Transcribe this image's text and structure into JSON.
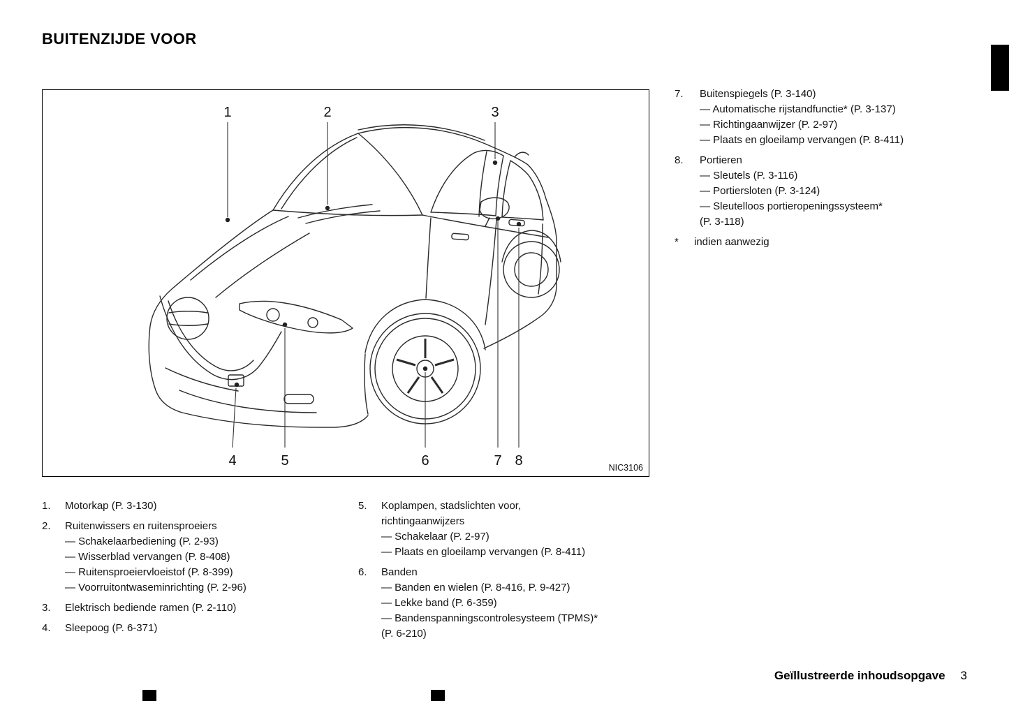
{
  "page": {
    "title": "BUITENZIJDE VOOR",
    "footer_label": "Geïllustreerde inhoudsopgave",
    "footer_page": "3"
  },
  "figure": {
    "code": "NIC3106",
    "callouts": [
      "1",
      "2",
      "3",
      "4",
      "5",
      "6",
      "7",
      "8"
    ]
  },
  "right_list": {
    "items": [
      {
        "num": "7.",
        "title": "Buitenspiegels (P. 3-140)",
        "subs": [
          "— Automatische rijstandfunctie* (P. 3-137)",
          "— Richtingaanwijzer (P. 2-97)",
          "— Plaats en gloeilamp vervangen (P. 8-411)"
        ]
      },
      {
        "num": "8.",
        "title": "Portieren",
        "subs": [
          "— Sleutels (P. 3-116)",
          "— Portiersloten (P. 3-124)",
          "— Sleutelloos portieropeningssysteem*\n(P. 3-118)"
        ]
      }
    ],
    "note": {
      "marker": "*",
      "text": "indien aanwezig"
    }
  },
  "bottom_left_list": {
    "items": [
      {
        "num": "1.",
        "title": "Motorkap (P. 3-130)"
      },
      {
        "num": "2.",
        "title": "Ruitenwissers en ruitensproeiers",
        "subs": [
          "— Schakelaarbediening (P. 2-93)",
          "— Wisserblad vervangen (P. 8-408)",
          "— Ruitensproeiervloeistof (P. 8-399)",
          "— Voorruitontwaseminrichting (P. 2-96)"
        ]
      },
      {
        "num": "3.",
        "title": "Elektrisch bediende ramen (P. 2-110)"
      },
      {
        "num": "4.",
        "title": "Sleepoog (P. 6-371)"
      }
    ]
  },
  "bottom_right_list": {
    "items": [
      {
        "num": "5.",
        "title": "Koplampen, stadslichten voor,\nrichtingaanwijzers",
        "subs": [
          "— Schakelaar (P. 2-97)",
          "— Plaats en gloeilamp vervangen (P. 8-411)"
        ]
      },
      {
        "num": "6.",
        "title": "Banden",
        "subs": [
          "— Banden en wielen (P. 8-416, P. 9-427)",
          "— Lekke band (P. 6-359)",
          "— Bandenspanningscontrolesysteem (TPMS)*\n(P. 6-210)"
        ]
      }
    ]
  }
}
